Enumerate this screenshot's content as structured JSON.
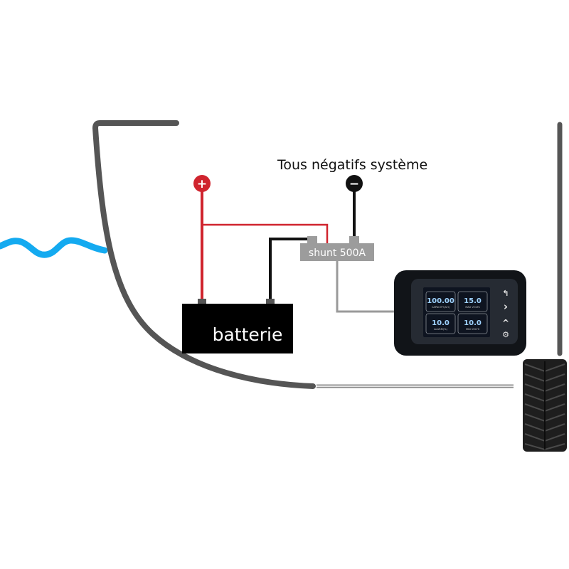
{
  "labels": {
    "system_negatives": "Tous négatifs système",
    "battery": "batterie",
    "shunt": "shunt 500A",
    "positive_symbol": "+",
    "negative_symbol": "−"
  },
  "monitor": {
    "tiles": [
      {
        "value": "100.00",
        "label": "CAPACITY(AH)"
      },
      {
        "value": "15.0",
        "label": "MAX VOLTS"
      },
      {
        "value": "10.0",
        "label": "ALARM(%)"
      },
      {
        "value": "10.0",
        "label": "MIN VOLTS"
      }
    ],
    "buttons": [
      {
        "name": "back-icon",
        "glyph": "↰"
      },
      {
        "name": "next-icon",
        "glyph": "›"
      },
      {
        "name": "up-icon",
        "glyph": "^"
      },
      {
        "name": "settings-icon",
        "glyph": "⚙"
      }
    ]
  },
  "colors": {
    "positive_wire": "#d0242e",
    "negative_wire": "#111111",
    "signal_wire": "#9a9a9a",
    "water": "#14aaf0",
    "hull": "#555555",
    "shunt": "#9c9c9c",
    "battery": "#000000",
    "screen_bg": "#0e1420"
  }
}
